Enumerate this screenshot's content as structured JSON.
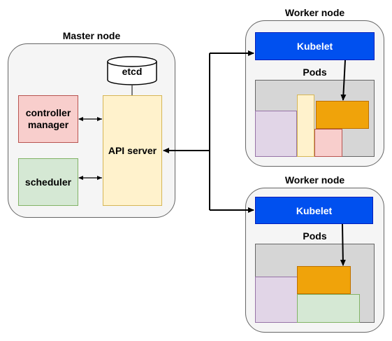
{
  "master": {
    "title": "Master node",
    "etcd": "etcd",
    "controller_manager": "controller\nmanager",
    "scheduler": "scheduler",
    "api_server": "API server"
  },
  "workers": [
    {
      "title": "Worker node",
      "kubelet": "Kubelet",
      "pods": "Pods"
    },
    {
      "title": "Worker node",
      "kubelet": "Kubelet",
      "pods": "Pods"
    }
  ],
  "colors": {
    "node_fill": "#f5f5f5",
    "controller_fill": "#f8cecc",
    "controller_stroke": "#b85450",
    "scheduler_fill": "#d5e8d4",
    "scheduler_stroke": "#82b366",
    "api_fill": "#fff2cc",
    "api_stroke": "#d6b656",
    "kubelet_fill": "#0050ef",
    "pod_purple": "#e1d5e7",
    "pod_orange": "#f0a30a",
    "pod_green": "#d5e8d4",
    "pod_red": "#f8cecc",
    "pod_yellow": "#fff2cc"
  }
}
